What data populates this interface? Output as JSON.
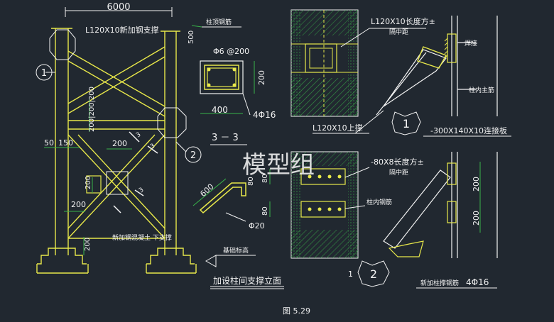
{
  "dimensions": {
    "top_width": "6000",
    "angle_brace_left": "L120X10新加钢支撑",
    "d50": "50",
    "d150": "150",
    "d200a": "200",
    "d200b": "200",
    "d200c": "200",
    "d200v1": "200",
    "d2020": "200|200|200",
    "d200d": "200"
  },
  "callouts": {
    "c1": "1",
    "c2": "2",
    "c3": "3"
  },
  "left_elevation": {
    "caption_small": "新加钢混凝土\n下支撑",
    "title": "加设柱间支撑立面"
  },
  "section_col": {
    "label_top": "柱顶钢筋",
    "dim_500": "500",
    "hoop": "Φ6 @200",
    "dim_200": "200",
    "dim_400": "400",
    "rebar": "4Φ16"
  },
  "section_33": {
    "title": "3 － 3",
    "dim_600": "600",
    "dim_80": "80",
    "dia": "Φ20",
    "base_label": "基础标高"
  },
  "detail_top": {
    "angle_label": "L120X10长度方±",
    "sub_label": "隔中距",
    "bottom_label": "L120X10上撑",
    "circle": "1",
    "right_a": "焊接",
    "right_b": "柱内主筋",
    "plate": "-300X140X10连接板"
  },
  "detail_bottom": {
    "plate_label": "-80X8长度方±",
    "sub_label": "隔中距",
    "rebar_label": "柱内钢筋",
    "dim_80a": "80",
    "dim_80b": "80",
    "circle": "2",
    "left_num": "1",
    "dim_200a": "200",
    "dim_200b": "200",
    "bottom_label": "新加柱撑钢筋",
    "rebar": "4Φ16"
  },
  "figure_no": "图 5.29",
  "watermark": "模型组"
}
